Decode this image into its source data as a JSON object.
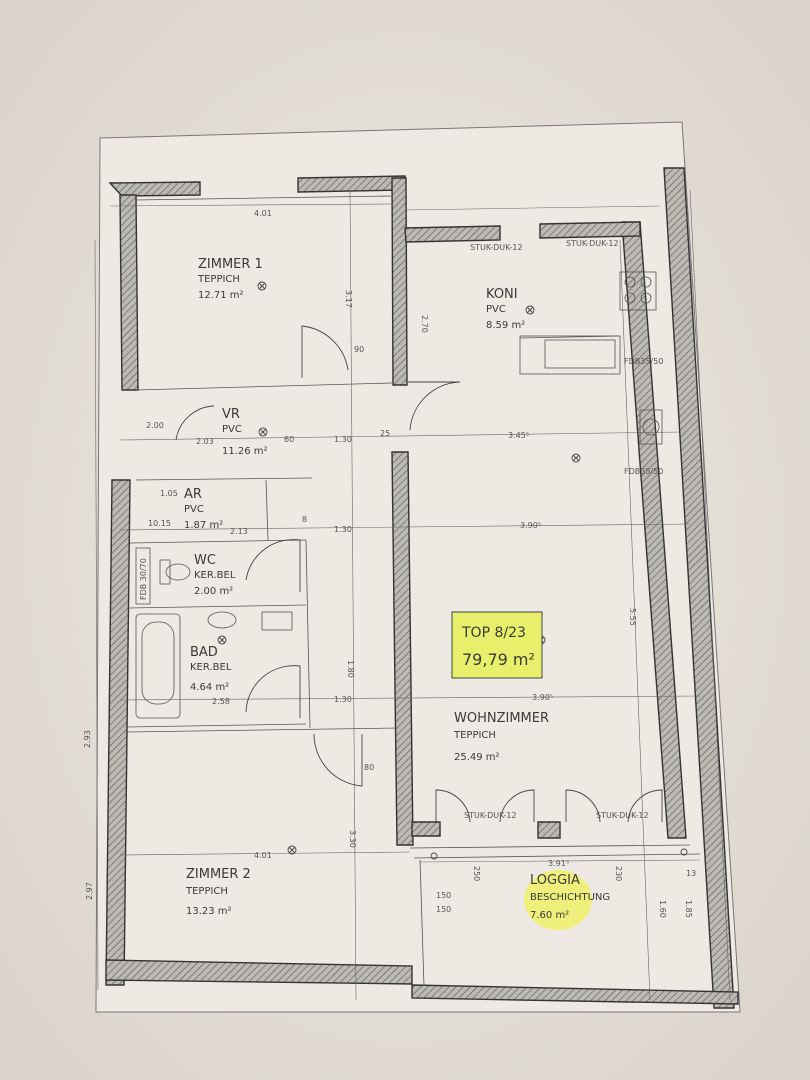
{
  "top_label": {
    "name": "TOP 8/23",
    "area": "79,79 m²",
    "highlight": "#e8ef6a"
  },
  "rooms": {
    "zimmer1": {
      "name": "ZIMMER 1",
      "floor": "TEPPICH",
      "area": "12.71 m²"
    },
    "koni": {
      "name": "KONI",
      "floor": "PVC",
      "area": "8.59 m²"
    },
    "vr": {
      "name": "VR",
      "floor": "PVC",
      "area": "11.26 m²"
    },
    "ar": {
      "name": "AR",
      "floor": "PVC",
      "area": "1.87 m²"
    },
    "wc": {
      "name": "WC",
      "floor": "KER.BEL",
      "area": "2.00 m²"
    },
    "bad": {
      "name": "BAD",
      "floor": "KER.BEL",
      "area": "4.64 m²"
    },
    "wohnzimmer": {
      "name": "WOHNZIMMER",
      "floor": "TEPPICH",
      "area": "25.49 m²"
    },
    "zimmer2": {
      "name": "ZIMMER 2",
      "floor": "TEPPICH",
      "area": "13.23 m²"
    },
    "loggia": {
      "name": "LOGGIA",
      "floor": "BESCHICHTUNG",
      "area": "7.60 m²",
      "highlight": "#eef06a"
    }
  },
  "dims": {
    "d_401_top": "4.01",
    "d_317": "3.17",
    "d_345": "3.45⁵",
    "d_390a": "3.90⁵",
    "d_390b": "3.90⁵",
    "d_401_bot": "4.01",
    "d_391": "3.91⁵",
    "d_555": "5.55",
    "d_330": "3.30",
    "d_180": "1.80",
    "d_130a": "1.30",
    "d_130b": "1.30",
    "d_130c": "1.30",
    "d_213": "2.13",
    "d_258": "2.58",
    "d_203": "2.03",
    "d_105": "1.05",
    "d_1015": "10.15",
    "d_270": "2.70",
    "d_200": "2.00",
    "d_150a": "150",
    "d_150b": "150",
    "d_250": "250",
    "d_230": "230",
    "d_160": "1.60",
    "d_185": "1.85",
    "d_297": "2.97",
    "d_293": "2.93",
    "d_60": "60",
    "d_25": "25",
    "d_90": "90",
    "d_80": "80",
    "d_8": "8",
    "d_13": "13"
  },
  "notes": {
    "stuk_a": "STUK-DUK-12",
    "stuk_b": "STUK-DUK-12",
    "stuk_c": "STUK-DUK-12",
    "stuk_d": "STUK-DUK-12",
    "fdb1": "FDB35/50",
    "fdb2": "FDB35/50",
    "fdb3": "FDB 30/70"
  }
}
